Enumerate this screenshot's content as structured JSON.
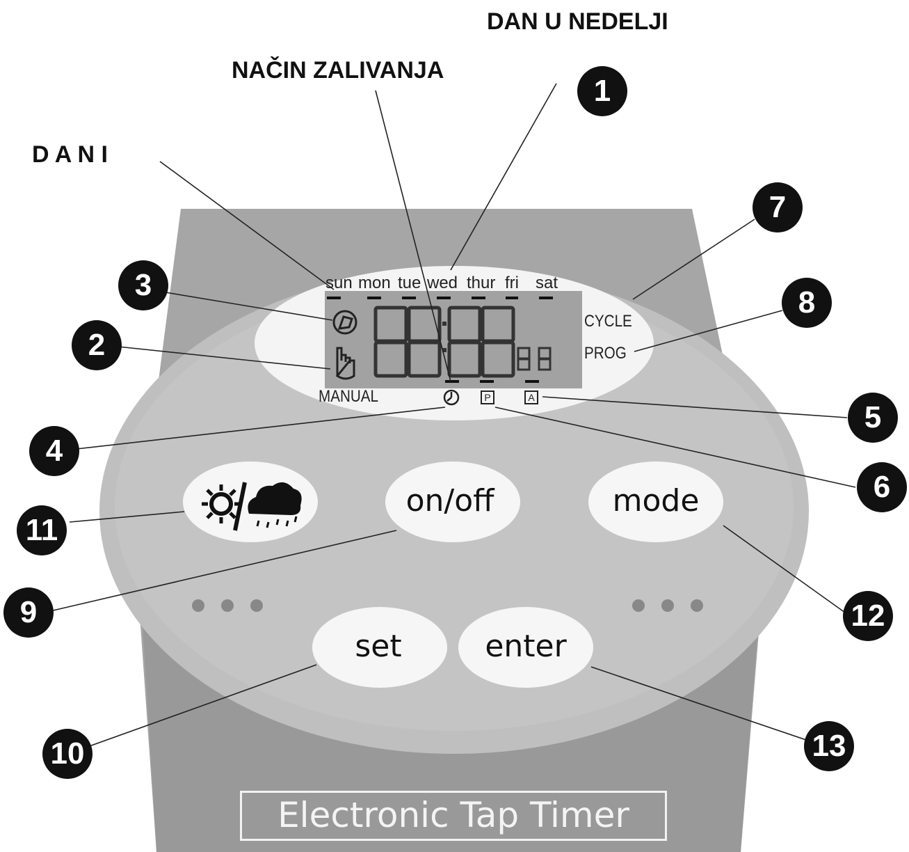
{
  "headings": {
    "weekday": "DAN U NEDELJI",
    "watering_mode": "NAČIN ZALIVANJA",
    "days": "D A N I"
  },
  "lcd": {
    "day_labels": [
      "sun",
      "mon",
      "tue",
      "wed",
      "thur",
      "fri",
      "sat"
    ],
    "digits": "88:88",
    "small_digits": "88",
    "cycle_label": "CYCLE",
    "prog_label": "PROG",
    "manual_label": "MANUAL",
    "p_indicator": "P",
    "a_indicator": "A"
  },
  "buttons": {
    "rain_icon": "sun-rain-icon",
    "on_off": "on/off",
    "mode": "mode",
    "set": "set",
    "enter": "enter"
  },
  "callouts": [
    "1",
    "2",
    "3",
    "4",
    "5",
    "6",
    "7",
    "8",
    "9",
    "10",
    "11",
    "12",
    "13"
  ],
  "device_title": "Electronic Tap Timer",
  "colors": {
    "body": "#a6a6a6",
    "face": "#bdbdbd",
    "display_oval": "#f4f4f4",
    "lcd_screen": "#a2a2a2",
    "button_fill": "#f6f6f6",
    "badge": "#111111"
  }
}
